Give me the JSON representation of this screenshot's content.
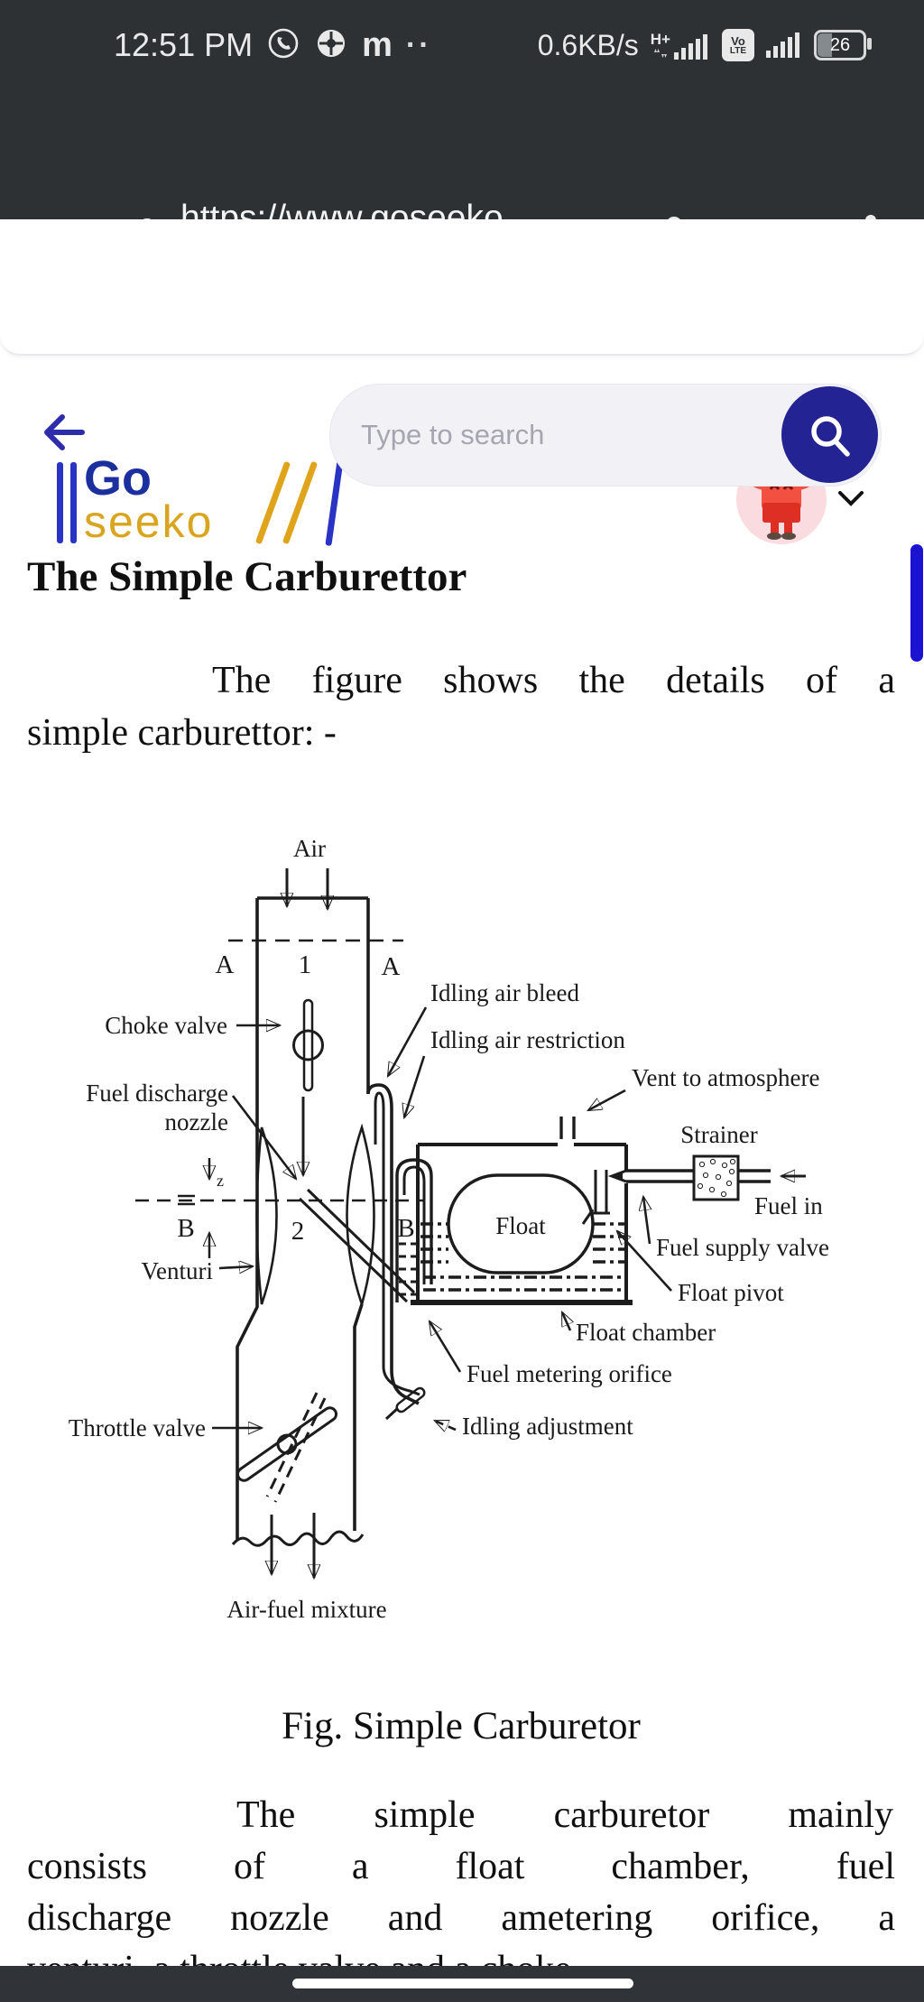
{
  "status_bar": {
    "time": "12:51 PM",
    "more_dots": "··",
    "m_app": "m",
    "net_speed": "0.6KB/s",
    "net_type": "H+",
    "volte_top": "Vo",
    "volte_bottom": "LTE",
    "battery_level": "26"
  },
  "browser_bar": {
    "url": "https://www.goseeko....",
    "domain": "goseeko.com"
  },
  "header": {
    "logo_go": "Go",
    "logo_seeko": "seeko"
  },
  "search": {
    "placeholder": "Type to search"
  },
  "article": {
    "title": "The Simple Carburettor",
    "para1_line1": "The figure shows the details of a",
    "para1_line2": "simple carburettor: -",
    "caption": "Fig. Simple Carburetor",
    "para2_line1": "The simple carburetor mainly",
    "para2_line2": "consists of a float chamber, fuel",
    "para2_line3": "discharge nozzle and ametering orifice, a",
    "para2_line4": "venturi, a throttle valve and a choke"
  },
  "diagram": {
    "labels": {
      "air": "Air",
      "section_a_left": "A",
      "section_one": "1",
      "section_a_right": "A",
      "choke_valve": "Choke valve",
      "fuel_discharge_line1": "Fuel discharge",
      "fuel_discharge_line2": "nozzle",
      "idling_air_bleed": "Idling air bleed",
      "idling_air_restriction": "Idling air restriction",
      "vent_to_atmosphere": "Vent to atmosphere",
      "strainer": "Strainer",
      "b_left": "B",
      "throat_num": "2",
      "b_right": "B",
      "z_mark": "z",
      "float_label": "Float",
      "fuel_in": "Fuel in",
      "fuel_supply_valve": "Fuel supply valve",
      "venturi": "Venturi",
      "float_pivot": "Float pivot",
      "float_chamber": "Float chamber",
      "fuel_metering_orifice": "Fuel metering orifice",
      "throttle_valve": "Throttle valve",
      "idling_adjustment": "Idling adjustment",
      "air_fuel_mixture": "Air-fuel mixture"
    }
  },
  "colors": {
    "accent_indigo": "#232394",
    "scrollbar_blue": "#1c12d2",
    "logo_navy": "#1c2f9f",
    "logo_gold": "#d9a41e",
    "avatar_red": "#f25040"
  }
}
